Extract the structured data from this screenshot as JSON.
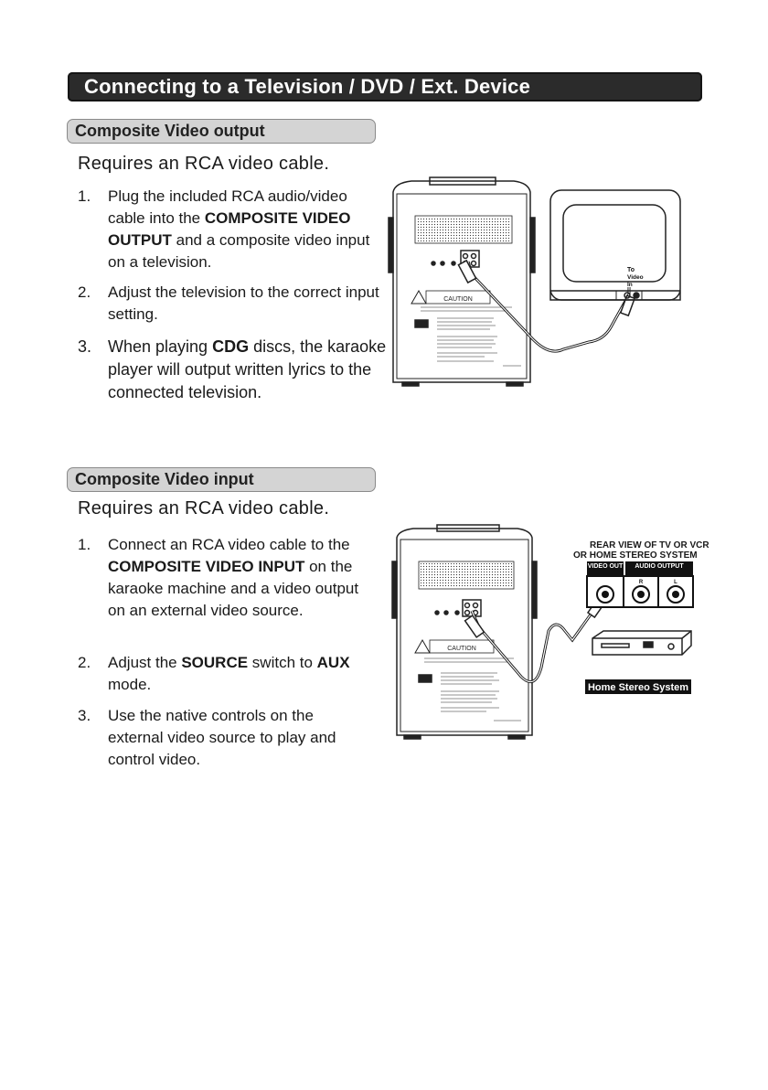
{
  "page_title": "Connecting to a Television / DVD / Ext. Device",
  "output_section": {
    "header": "Composite Video output",
    "requires": "Requires an RCA video cable.",
    "step1": {
      "num": "1.",
      "part1": "Plug the included RCA audio/video cable into the ",
      "bold": "COMPOSITE VIDEO OUTPUT",
      "part2": " and a composite video input on a television."
    },
    "step2": {
      "num": "2.",
      "text": "Adjust the television to the correct input setting."
    },
    "step3": {
      "num": "3.",
      "part1": "When playing ",
      "bold": "CDG",
      "part2": " discs, the karaoke player will output written lyrics to the connected television."
    },
    "diagram": {
      "tv_label_line1": "To",
      "tv_label_line2": "Video",
      "tv_label_line3": "In",
      "caution_label": "CAUTION"
    }
  },
  "input_section": {
    "header": "Composite Video input",
    "requires": "Requires an RCA video cable.",
    "step1": {
      "num": "1.",
      "part1": "Connect an RCA video cable to the ",
      "bold": "COMPOSITE VIDEO INPUT",
      "part2": " on the karaoke machine and a video output on an external video source."
    },
    "step2": {
      "num": "2.",
      "part1": "Adjust the ",
      "bold1": "SOURCE",
      "part2": " switch to ",
      "bold2": "AUX",
      "part3": " mode."
    },
    "step3": {
      "num": "3.",
      "text": "Use the native controls on the external video source to play and control video."
    },
    "diagram": {
      "rear_view_line1": "REAR VIEW OF TV OR VCR",
      "rear_view_line2": "OR HOME STEREO SYSTEM",
      "video_out": "VIDEO OUT",
      "audio_output": "AUDIO OUTPUT",
      "r_label": "R",
      "l_label": "L",
      "stereo_label": "Home Stereo System",
      "caution_label": "CAUTION"
    }
  }
}
